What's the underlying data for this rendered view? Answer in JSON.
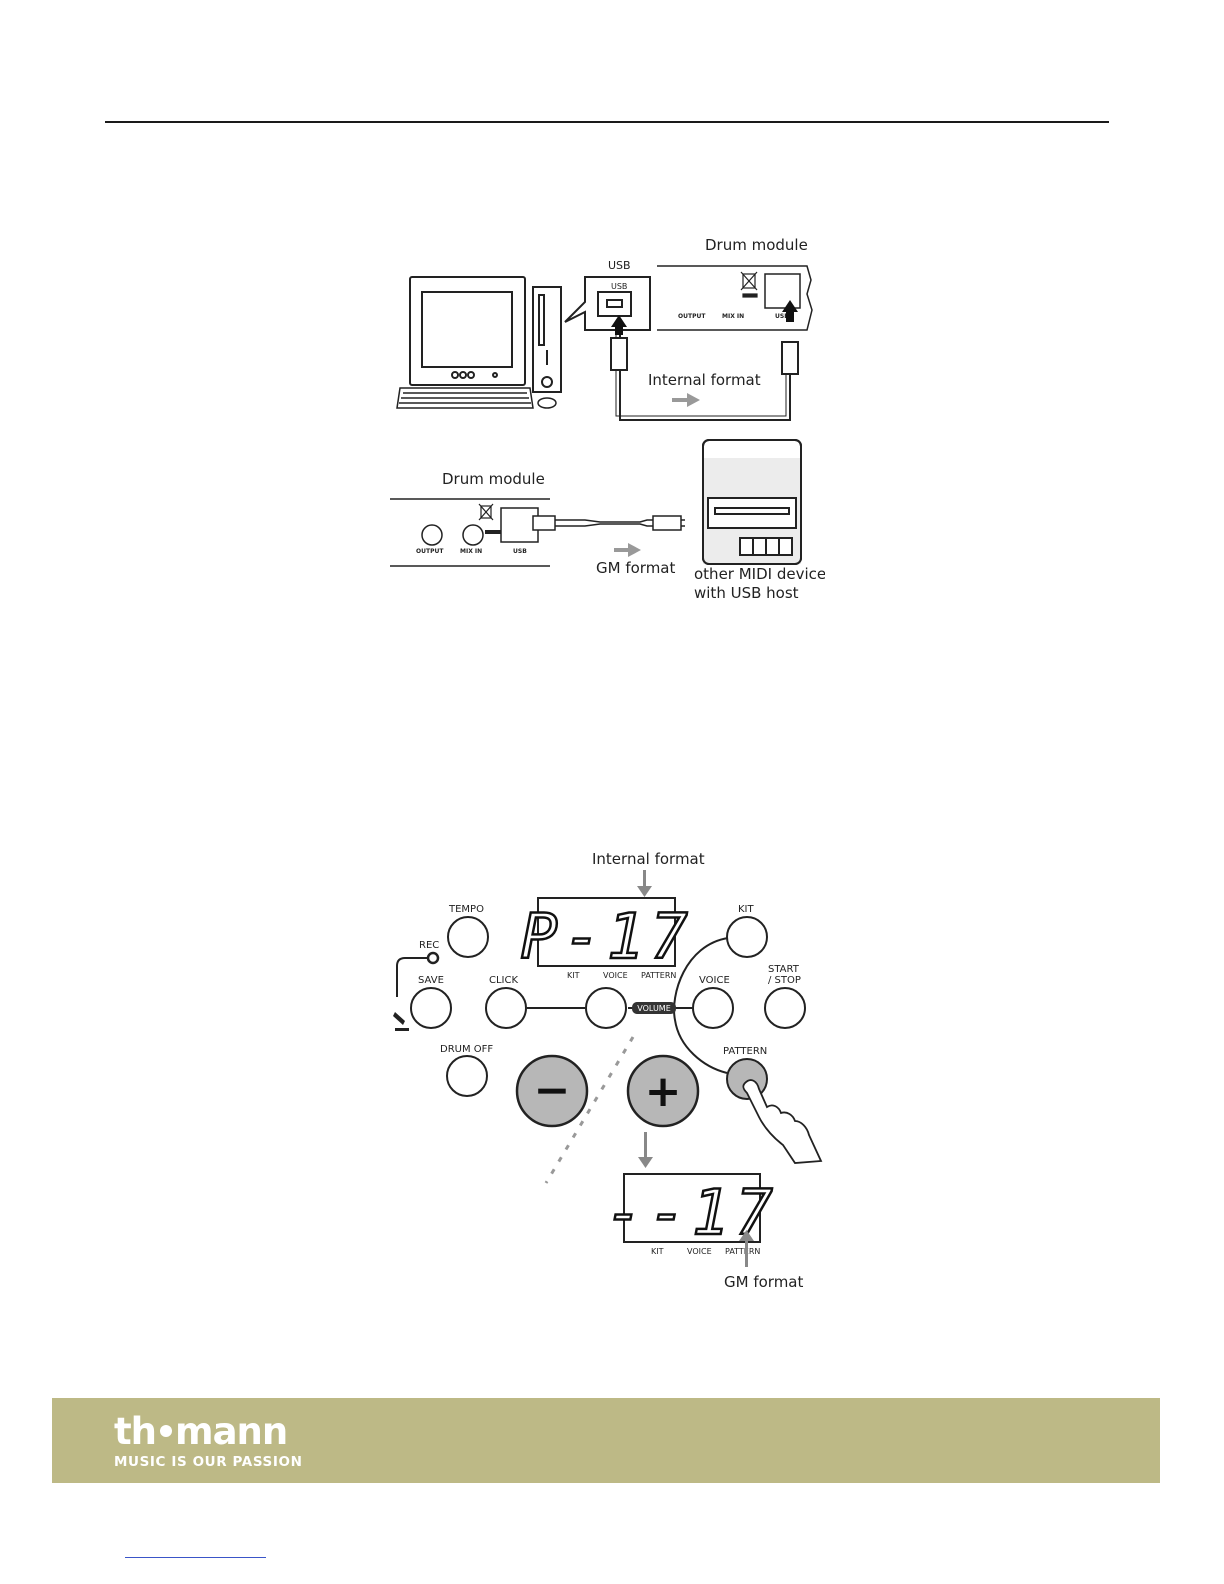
{
  "figure1": {
    "drum_module_label": "Drum module",
    "usb_callout_label": "USB",
    "usb_port_label": "USB",
    "output_label": "OUTPUT",
    "mixin_label": "MIX IN",
    "usb_label": "USB",
    "internal_format_label": "Internal format"
  },
  "figure2": {
    "drum_module_label": "Drum module",
    "output_label": "OUTPUT",
    "mixin_label": "MIX IN",
    "usb_label": "USB",
    "gm_format_label": "GM format",
    "device_label_line1": "other MIDI device",
    "device_label_line2": "with USB host"
  },
  "figure3": {
    "internal_format_label": "Internal format",
    "gm_format_label": "GM format",
    "buttons": {
      "tempo": "TEMPO",
      "rec": "REC",
      "save": "SAVE",
      "click": "CLICK",
      "drum_off": "DRUM OFF",
      "kit": "KIT",
      "voice": "VOICE",
      "start_stop_line1": "START",
      "start_stop_line2": "/ STOP",
      "pattern": "PATTERN",
      "volume": "VOLUME",
      "minus": "−",
      "plus": "+"
    },
    "display_top": {
      "text": "P-17",
      "indicators": [
        "KIT",
        "VOICE",
        "PATTERN"
      ]
    },
    "display_bottom": {
      "text": "--17",
      "indicators": [
        "KIT",
        "VOICE",
        "PATTERN"
      ]
    }
  },
  "footer": {
    "brand_left": "th",
    "brand_right": "mann",
    "tagline": "MUSIC IS OUR PASSION",
    "bg_color": "#bdb986"
  }
}
